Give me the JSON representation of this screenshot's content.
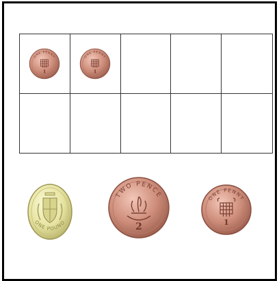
{
  "ten_frame": {
    "cells": [
      {
        "coin": "one-penny"
      },
      {
        "coin": "one-penny"
      },
      {
        "coin": null
      },
      {
        "coin": null
      },
      {
        "coin": null
      },
      {
        "coin": null
      },
      {
        "coin": null
      },
      {
        "coin": null
      },
      {
        "coin": null
      },
      {
        "coin": null
      }
    ]
  },
  "coins": {
    "one_pound": {
      "text": "ONE POUND",
      "icon": "shield-crest-icon",
      "color": "#e9e6a6"
    },
    "two_pence": {
      "text": "TWO PENCE",
      "numeral": "2",
      "icon": "prince-of-wales-feathers-icon",
      "color": "#c98a78"
    },
    "one_penny": {
      "text": "ONE PENNY",
      "numeral": "1",
      "icon": "portcullis-icon",
      "color": "#c98a78"
    }
  }
}
